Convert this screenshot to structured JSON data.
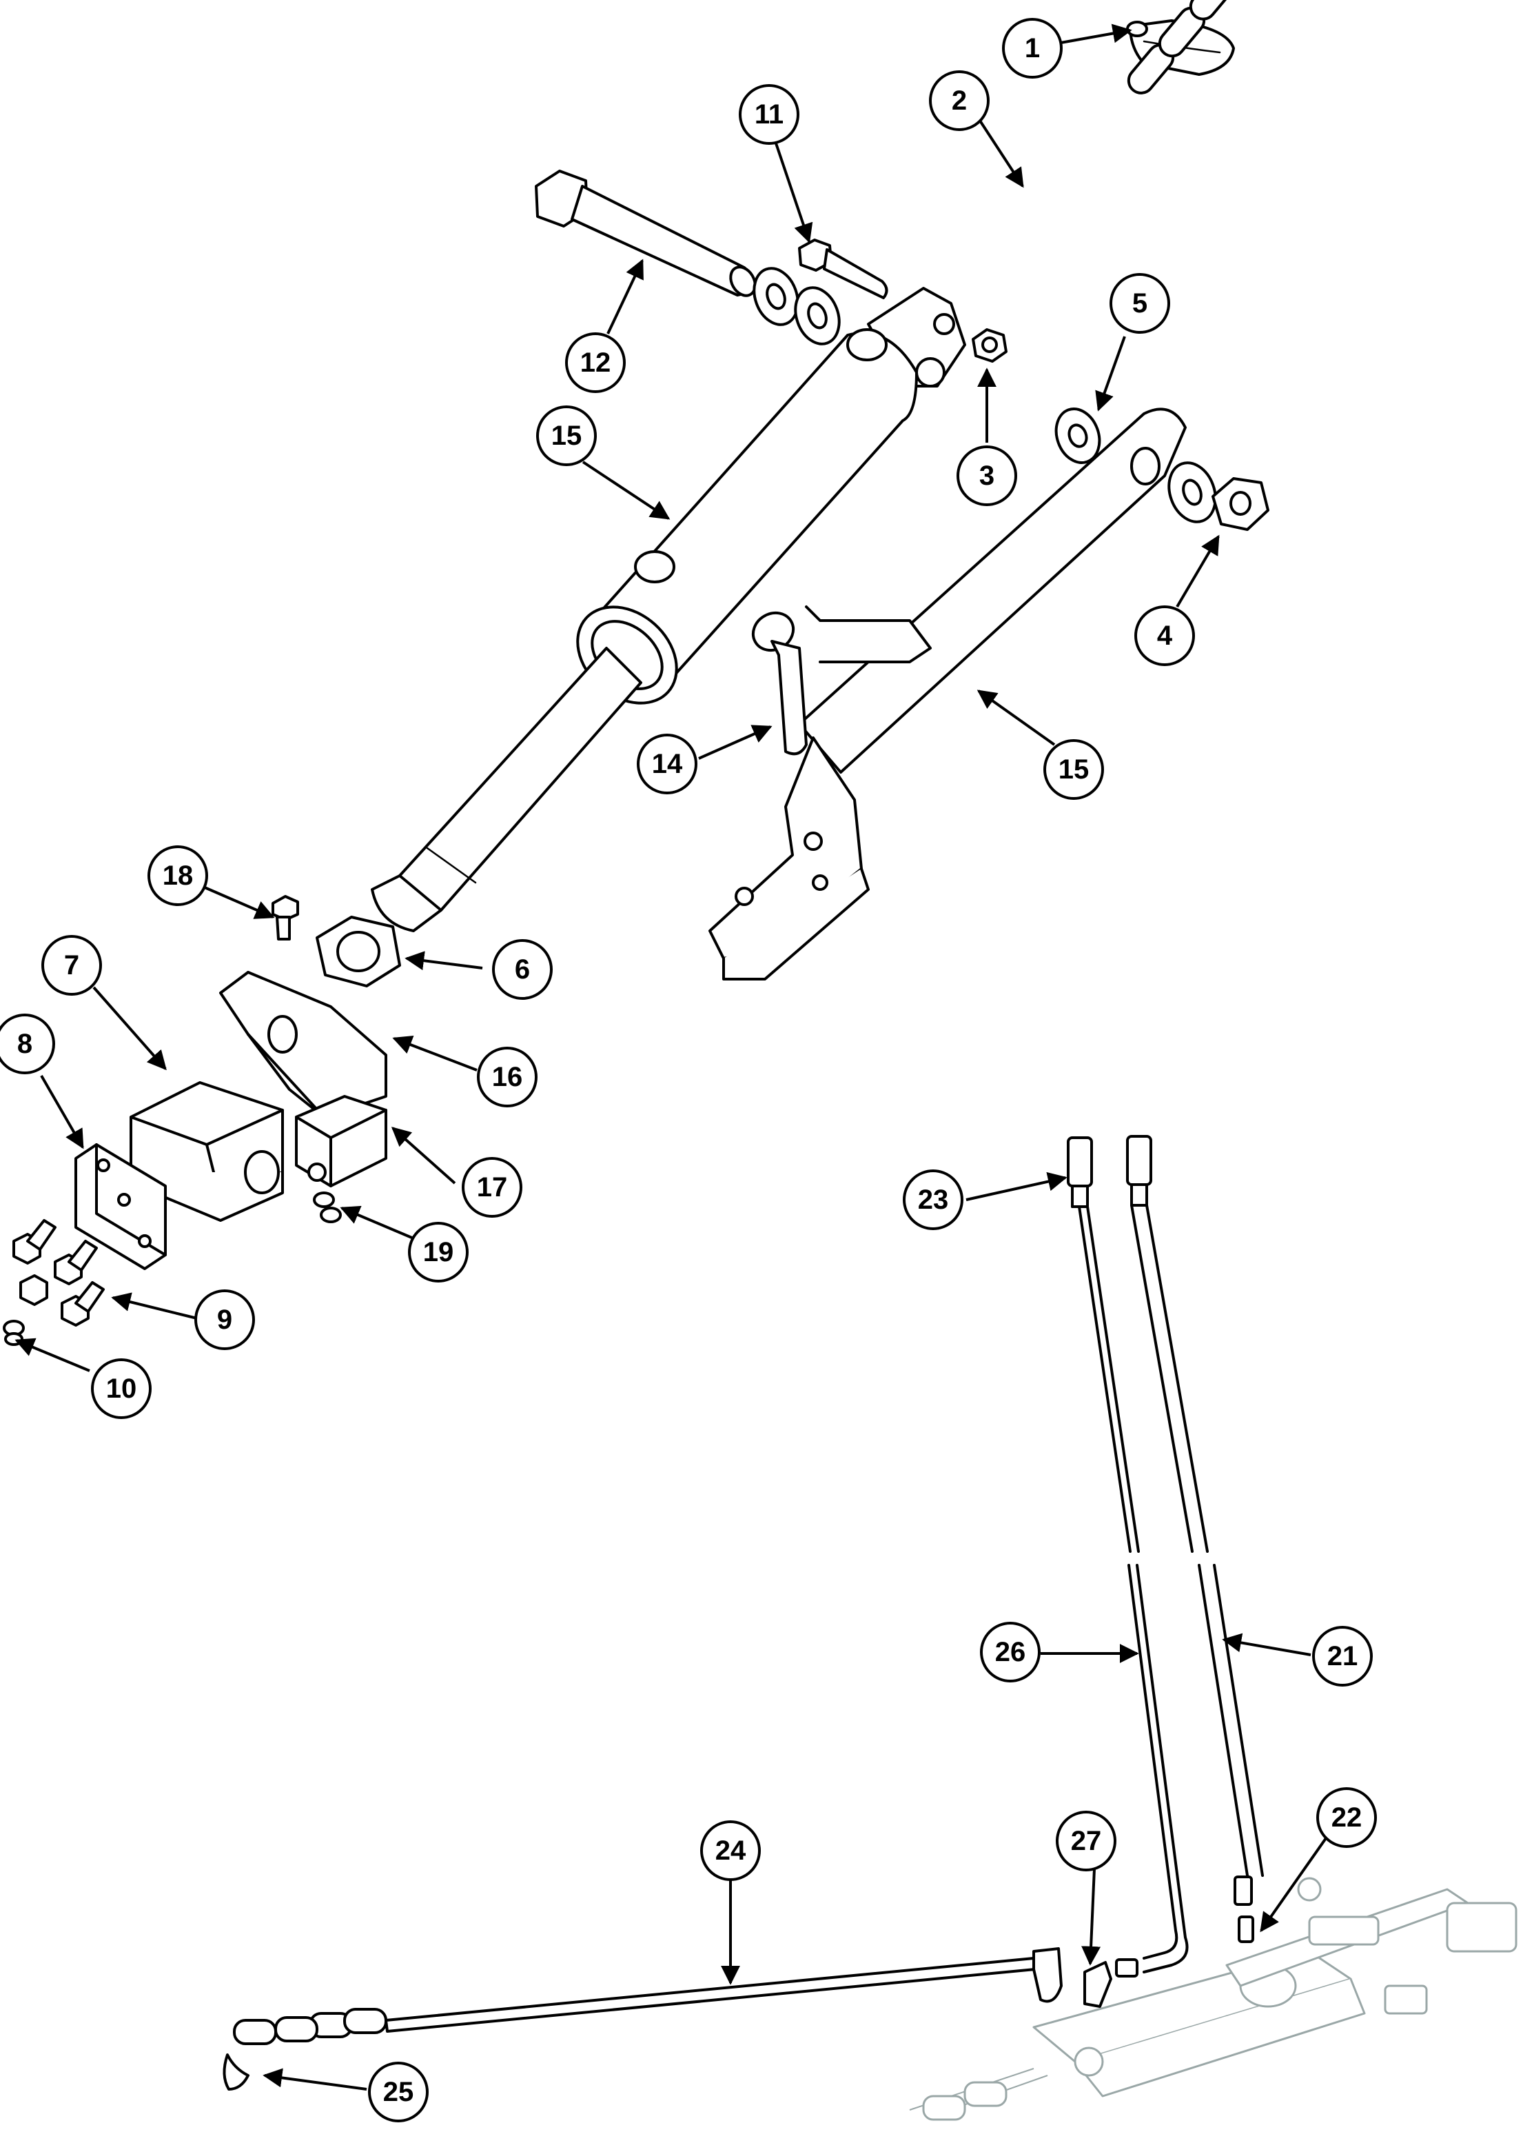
{
  "callouts": [
    {
      "id": "c1",
      "label": "1"
    },
    {
      "id": "c2",
      "label": "2"
    },
    {
      "id": "c3",
      "label": "3"
    },
    {
      "id": "c4",
      "label": "4"
    },
    {
      "id": "c5",
      "label": "5"
    },
    {
      "id": "c6",
      "label": "6"
    },
    {
      "id": "c7",
      "label": "7"
    },
    {
      "id": "c8",
      "label": "8"
    },
    {
      "id": "c9",
      "label": "9"
    },
    {
      "id": "c10",
      "label": "10"
    },
    {
      "id": "c11",
      "label": "11"
    },
    {
      "id": "c12",
      "label": "12"
    },
    {
      "id": "c14",
      "label": "14"
    },
    {
      "id": "c15a",
      "label": "15"
    },
    {
      "id": "c15b",
      "label": "15"
    },
    {
      "id": "c16",
      "label": "16"
    },
    {
      "id": "c17",
      "label": "17"
    },
    {
      "id": "c18",
      "label": "18"
    },
    {
      "id": "c19",
      "label": "19"
    },
    {
      "id": "c21",
      "label": "21"
    },
    {
      "id": "c22",
      "label": "22"
    },
    {
      "id": "c23",
      "label": "23"
    },
    {
      "id": "c24",
      "label": "24"
    },
    {
      "id": "c25",
      "label": "25"
    },
    {
      "id": "c26",
      "label": "26"
    },
    {
      "id": "c27",
      "label": "27"
    }
  ]
}
